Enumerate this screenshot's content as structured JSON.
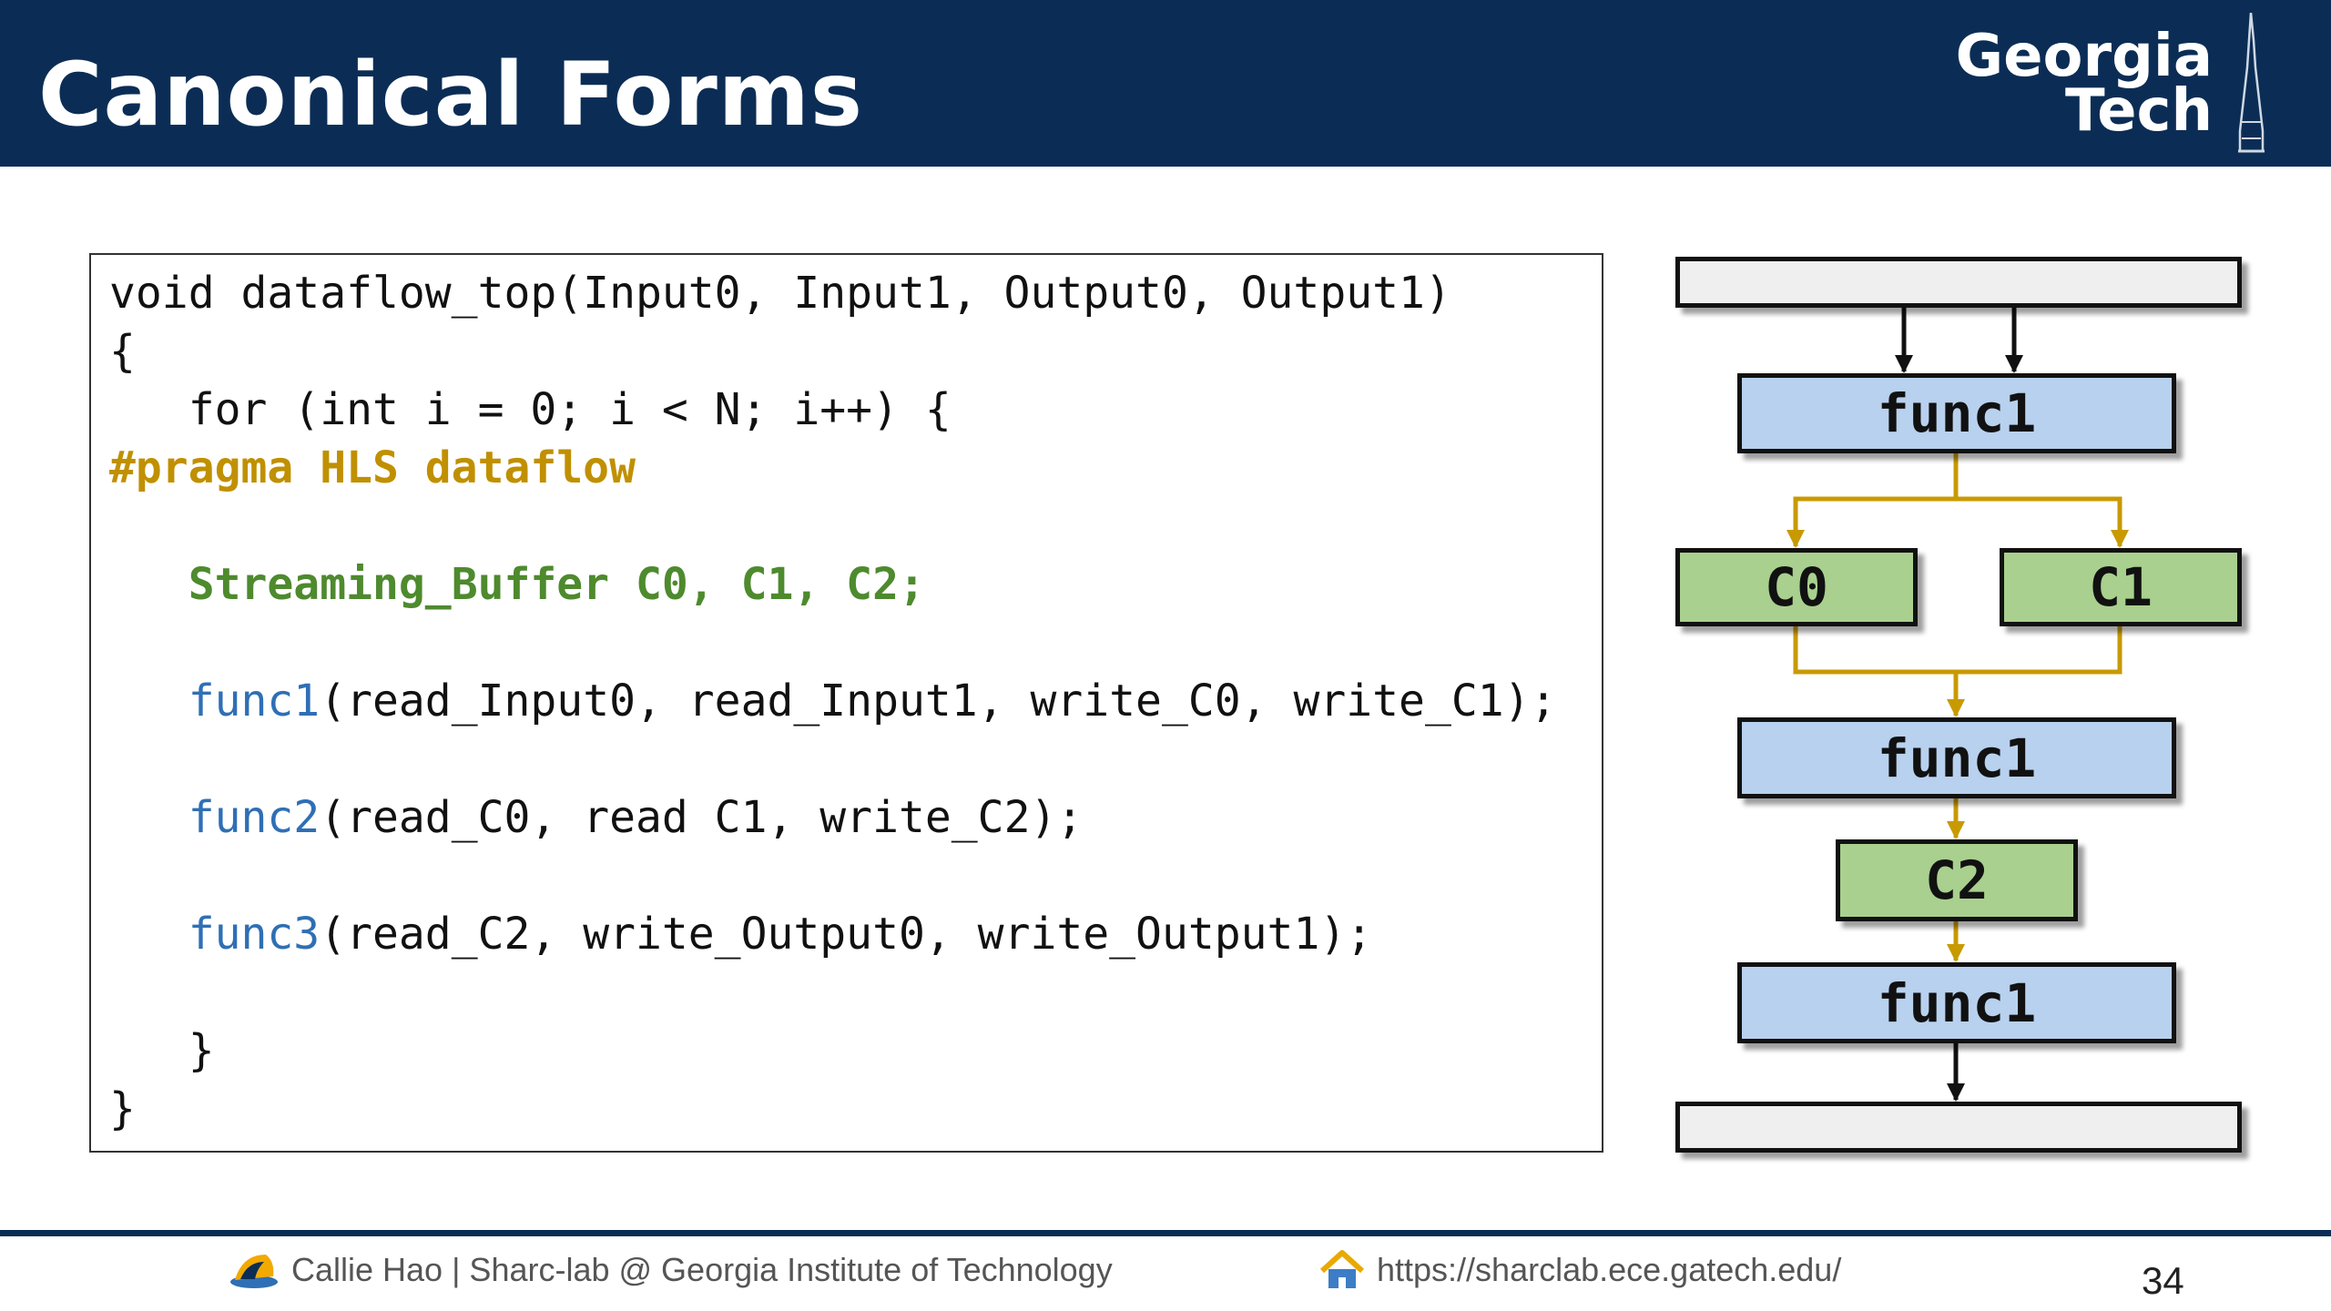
{
  "slide": {
    "title": "Canonical Forms",
    "page_number": "34",
    "colors": {
      "header_bg": "#0b2d55",
      "pragma": "#c09000",
      "buffer_decl": "#4e8a2e",
      "func_name": "#2f6fb5",
      "func_block": "#b8d1ee",
      "channel_block": "#a9d08e",
      "io_block": "#efefef",
      "data_arrow": "#c89a00"
    }
  },
  "logo": {
    "line1": "Georgia",
    "line2": "Tech"
  },
  "code": {
    "lines": [
      {
        "plain": "void dataflow_top(Input0, Input1, Output0, Output1)"
      },
      {
        "plain": "{"
      },
      {
        "plain": "   for (int i = 0; i < N; i++) {"
      },
      {
        "pragma": "#pragma HLS dataflow"
      },
      {},
      {
        "indent": "   ",
        "green": "Streaming_Buffer C0, C1, C2;"
      },
      {},
      {
        "indent": "   ",
        "fn": "func1",
        "rest": "(read_Input0, read_Input1, write_C0, write_C1);"
      },
      {},
      {
        "indent": "   ",
        "fn": "func2",
        "rest": "(read_C0, read C1, write_C2);"
      },
      {},
      {
        "indent": "   ",
        "fn": "func3",
        "rest": "(read_C2, write_Output0, write_Output1);"
      },
      {},
      {
        "plain": "   }"
      },
      {
        "plain": "}"
      }
    ]
  },
  "diagram": {
    "blocks": [
      {
        "id": "input",
        "kind": "io",
        "label": ""
      },
      {
        "id": "func1-top",
        "kind": "fn",
        "label": "func1"
      },
      {
        "id": "c0",
        "kind": "ch",
        "label": "C0"
      },
      {
        "id": "c1",
        "kind": "ch",
        "label": "C1"
      },
      {
        "id": "func1-mid",
        "kind": "fn",
        "label": "func1"
      },
      {
        "id": "c2",
        "kind": "ch",
        "label": "C2"
      },
      {
        "id": "func1-bottom",
        "kind": "fn",
        "label": "func1"
      },
      {
        "id": "output",
        "kind": "io",
        "label": ""
      }
    ]
  },
  "footer": {
    "author": "Callie Hao | Sharc-lab @ Georgia Institute of Technology",
    "url": "https://sharclab.ece.gatech.edu/",
    "author_icon": "sharc-lab-logo-icon",
    "url_icon": "home-icon"
  }
}
